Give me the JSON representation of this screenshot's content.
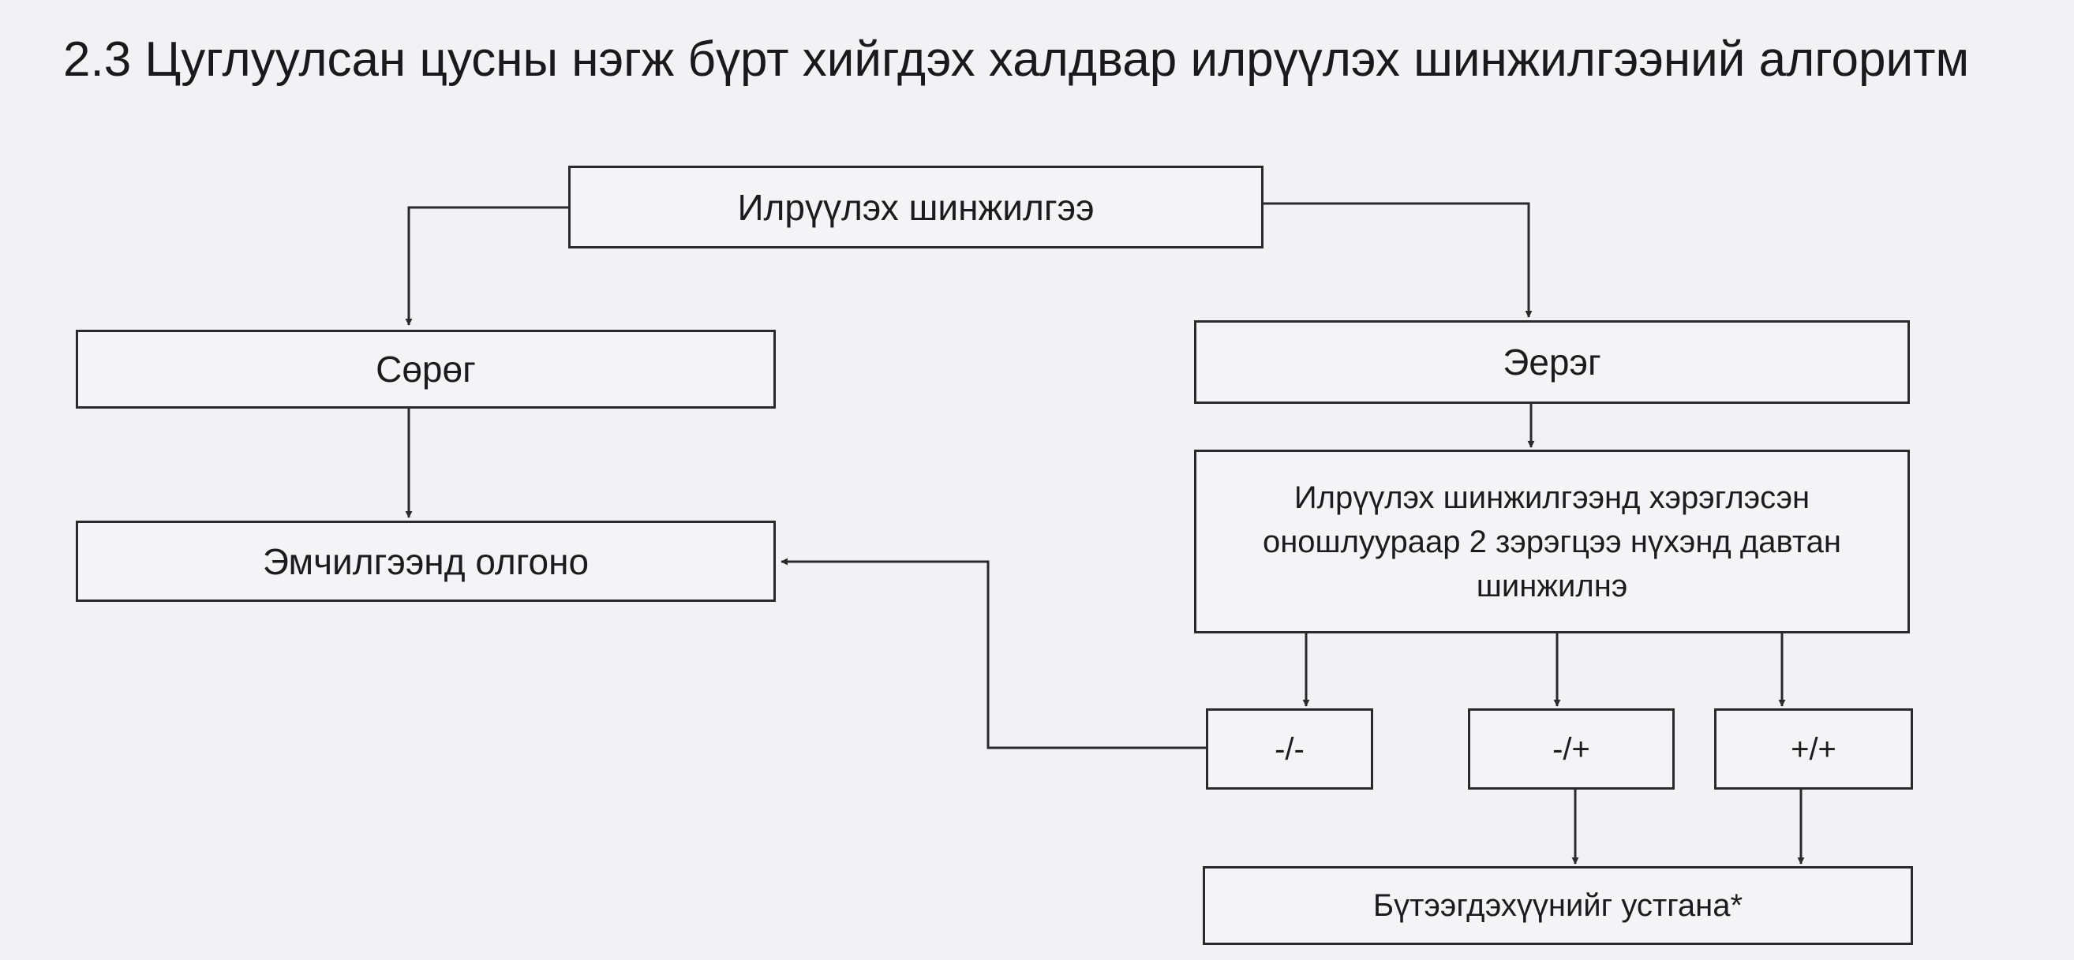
{
  "title": "2.3 Цуглуулсан цусны нэгж бүрт хийгдэх халдвар илрүүлэх шинжилгээний алгоритм",
  "nodes": {
    "screening": "Илрүүлэх шинжилгээ",
    "negative": "Сөрөг",
    "positive": "Эерэг",
    "release": "Эмчилгээнд олгоно",
    "retest": [
      "Илрүүлэх шинжилгээнд хэрэглэсэн",
      "оношлуураар 2 зэрэгцээ нүхэнд давтан",
      "шинжилнэ"
    ],
    "result_nn": "-/-",
    "result_np": "-/+",
    "result_pp": "+/+",
    "discard": "Бүтээгдэхүүнийг устгана*"
  },
  "colors": {
    "line": "#2a2a2a",
    "background": "#f2f2f4"
  }
}
